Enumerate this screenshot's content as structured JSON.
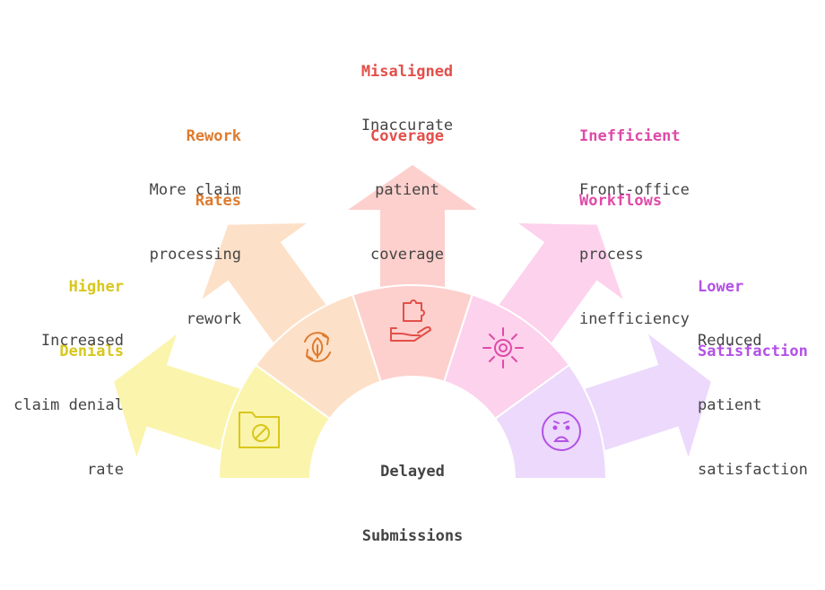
{
  "center": {
    "title_line1": "Delayed",
    "title_line2": "Submissions"
  },
  "branches": [
    {
      "key": "denials",
      "title_line1": "Higher",
      "title_line2": "Denials",
      "desc_line1": "Increased",
      "desc_line2": "claim denial",
      "desc_line3": "rate",
      "icon": "folder-blocked-icon",
      "fill": "#fbf4ad",
      "accent": "#d8c71c"
    },
    {
      "key": "rework",
      "title_line1": "Rework",
      "title_line2": "Rates",
      "desc_line1": "More claim",
      "desc_line2": "processing",
      "desc_line3": "rework",
      "icon": "eco-cycle-icon",
      "fill": "#fde0c8",
      "accent": "#de7b2e"
    },
    {
      "key": "coverage",
      "title_line1": "Misaligned",
      "title_line2": "Coverage",
      "desc_line1": "Inaccurate",
      "desc_line2": "patient",
      "desc_line3": "coverage",
      "icon": "puzzle-hand-icon",
      "fill": "#fdd0cd",
      "accent": "#e34f4a"
    },
    {
      "key": "workflows",
      "title_line1": "Inefficient",
      "title_line2": "Workflows",
      "desc_line1": "Front-office",
      "desc_line2": "process",
      "desc_line3": "inefficiency",
      "icon": "sun-gear-icon",
      "fill": "#fdd2ec",
      "accent": "#e04aa8"
    },
    {
      "key": "satisfaction",
      "title_line1": "Lower",
      "title_line2": "Satisfaction",
      "desc_line1": "Reduced",
      "desc_line2": "patient",
      "desc_line3": "satisfaction",
      "icon": "sad-face-icon",
      "fill": "#ecd9fb",
      "accent": "#b351e6"
    }
  ]
}
